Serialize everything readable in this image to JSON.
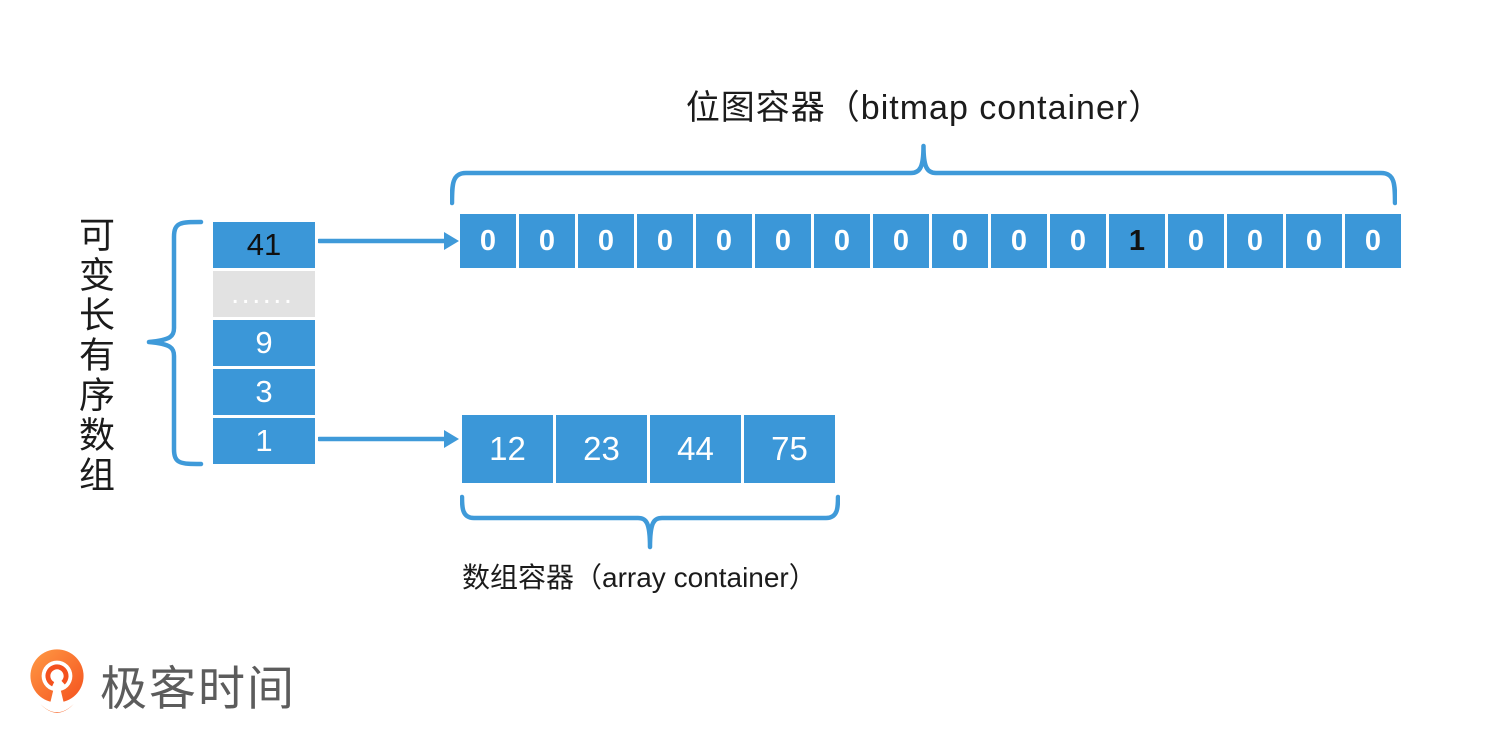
{
  "bitmap_section": {
    "title": "位图容器（bitmap container）",
    "bits": [
      "0",
      "0",
      "0",
      "0",
      "0",
      "0",
      "0",
      "0",
      "0",
      "0",
      "0",
      "1",
      "0",
      "0",
      "0",
      "0"
    ],
    "set_bit_index": 11
  },
  "keys_section": {
    "label": "可变长有序数组",
    "top_key": "41",
    "ellipsis": "......",
    "keys": [
      "9",
      "3",
      "1"
    ]
  },
  "array_section": {
    "label": "数组容器（array container）",
    "values": [
      "12",
      "23",
      "44",
      "75"
    ]
  },
  "footer": {
    "brand_name": "极客时间",
    "brand_icon": "geektime-logo"
  },
  "colors": {
    "cell_blue": "#3b97d8",
    "accent_blue": "#3f9ad9",
    "ellipsis_gray": "#e2e2e2",
    "set_bit_text": "#111111",
    "logo_orange": "#f4511e",
    "brand_gray": "#5c5c5c"
  }
}
